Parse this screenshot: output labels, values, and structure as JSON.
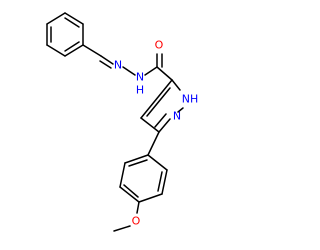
{
  "structure": {
    "colors": {
      "background": "#ffffff",
      "bond": "#000000",
      "N": "#0000ff",
      "O": "#ff0000"
    },
    "labels": {
      "imine_n": "N",
      "amide_nh": "N",
      "amide_h": "H",
      "carbonyl_o": "O",
      "pyrazole_nh": "NH",
      "pyrazole_n": "N",
      "ether_o": "O"
    }
  }
}
